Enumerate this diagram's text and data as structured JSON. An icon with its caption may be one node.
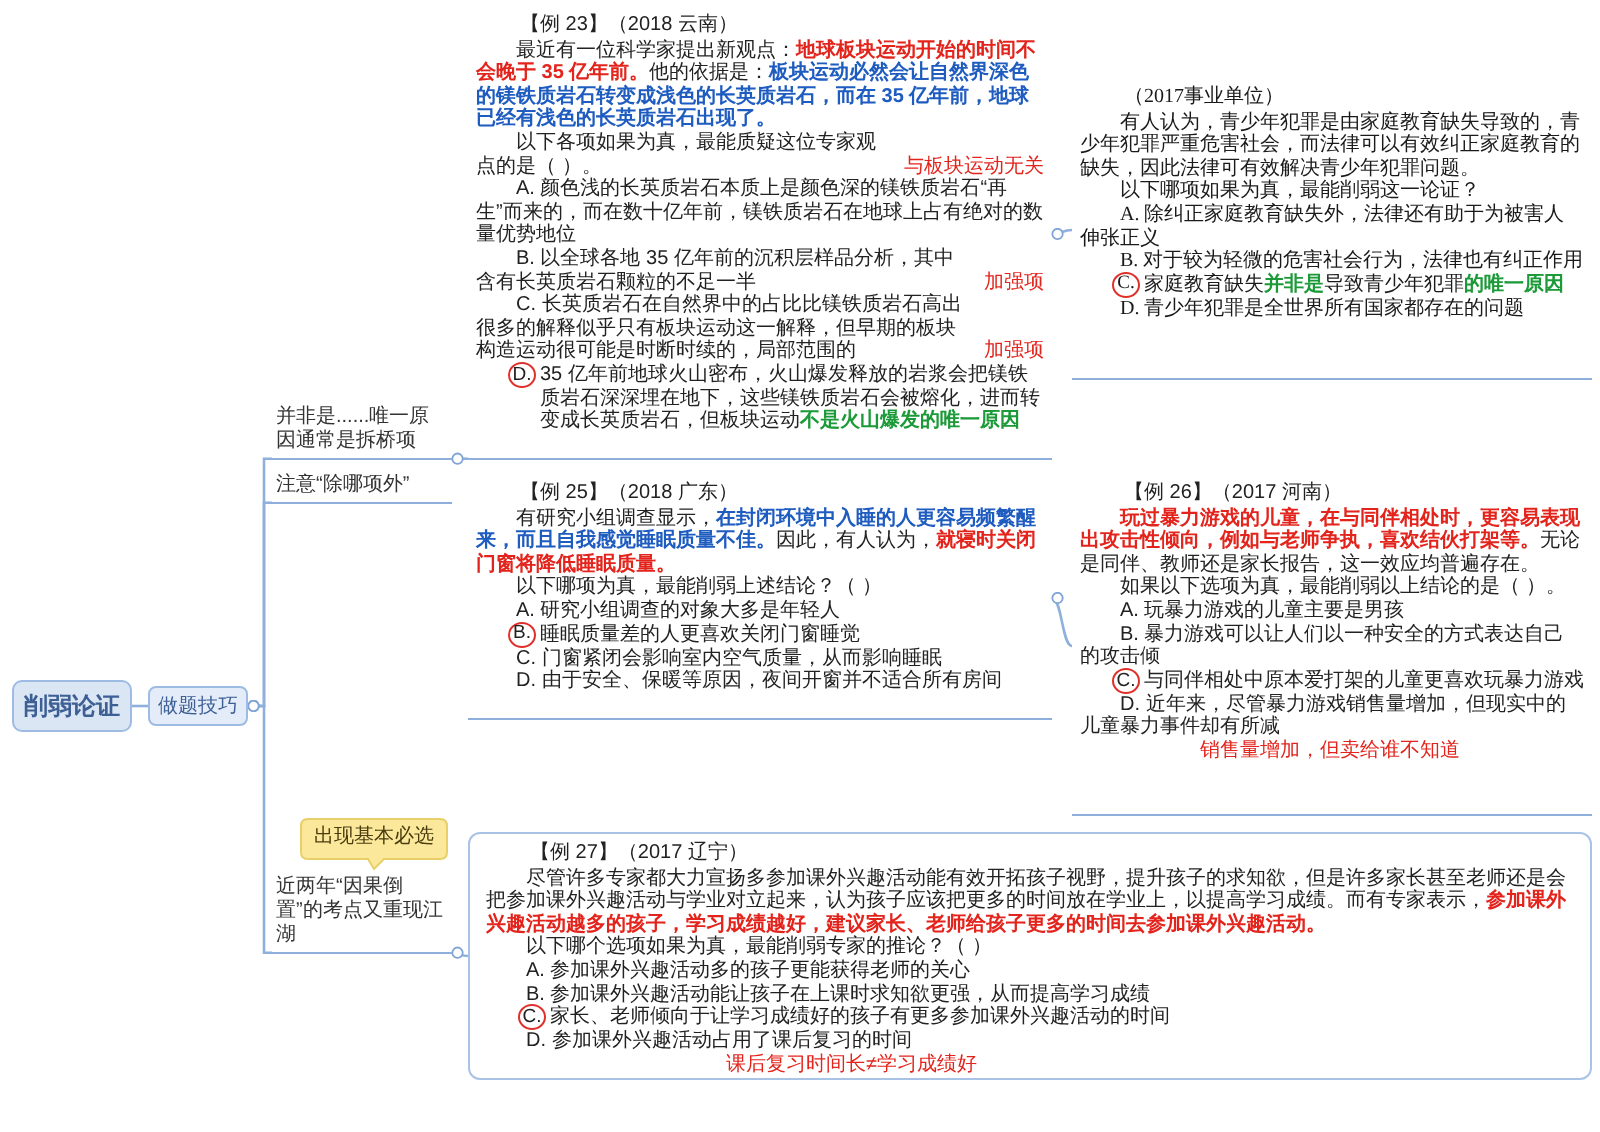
{
  "diagram": {
    "nodes": [
      {
        "text": [
          "削弱论证"
        ]
      },
      {
        "text": [
          "做题技巧"
        ]
      },
      {
        "text": [
          "并非是......唯一原因通常是拆桥项"
        ]
      },
      {
        "text": [
          "【例 23】（2018 云南）",
          "最近有一位科学家提出新观点：**地球板块运动开始的时间不会晚于 35 亿年前。**他的依据是：**板块运动必然会让自然界深色的镁铁质岩石转变成浅色的长英质岩石，而在 35 亿年前，地球已经有浅色的长英质岩石出现了。**",
          "以下各项如果为真，最能质疑这位专家观点的是（ ）。",
          "与板块运动无关",
          "A. 颜色浅的长英质岩石本质上是颜色深的镁铁质岩石“再生”而来的，而在数十亿年前，镁铁质岩石在地球上占有绝对的数量优势地位",
          "B. 以全球各地 35 亿年前的沉积层样品分析，其中含有长英质岩石颗粒的不足一半",
          "加强项",
          "C. 长英质岩石在自然界中的占比比镁铁质岩石高出很多的解释似乎只有板块运动这一解释，但早期的板块构造运动很可能是时断时续的，局部范围的",
          "加强项",
          "D.",
          "35 亿年前地球火山密布，火山爆发释放的岩浆会把镁铁质岩石深深埋在地下，这些镁铁质岩石会被熔化，进而转变成长英质岩石，但板块运动**不是火山爆发的唯一原因**"
        ]
      },
      {
        "text": [
          "（2017事业单位）",
          "有人认为，青少年犯罪是由家庭教育缺失导致的，青少年犯罪严重危害社会，而法律可以有效纠正家庭教育的缺失，因此法律可有效解决青少年犯罪问题。",
          "以下哪项如果为真，最能削弱这一论证？",
          "A. 除纠正家庭教育缺失外，法律还有助于为被害人伸张正义",
          "B. 对于较为轻微的危害社会行为，法律也有纠正作用",
          "C.",
          "家庭教育缺失**并非是**导致青少年犯罪**的唯一原因**",
          "D. 青少年犯罪是全世界所有国家都存在的问题"
        ]
      },
      {
        "text": [
          "注意“除哪项外”"
        ]
      },
      {
        "text": [
          "【例 25】（2018 广东）",
          "有研究小组调查显示，**在封闭环境中入睡的人更容易频繁醒来，而且自我感觉睡眠质量不佳。**因此，有人认为，**就寝时关闭门窗将降低睡眠质量。**",
          "以下哪项为真，最能削弱上述结论？（ ）",
          "A. 研究小组调查的对象大多是年轻人",
          "B.",
          "睡眠质量差的人更喜欢关闭门窗睡觉",
          "C. 门窗紧闭会影响室内空气质量，从而影响睡眠",
          "D. 由于安全、保暖等原因，夜间开窗并不适合所有房间"
        ]
      },
      {
        "text": [
          "【例 26】（2017 河南）",
          "**玩过暴力游戏的儿童，在与同伴相处时，更容易表现出攻击性倾向，例如与老师争执，喜欢结伙打架等。**无论是同伴、教师还是家长报告，这一效应均普遍存在。",
          "如果以下选项为真，最能削弱以上结论的是（ ）。",
          "A. 玩暴力游戏的儿童主要是男孩",
          "B. 暴力游戏可以让人们以一种安全的方式表达自己的攻击倾",
          "C.",
          "与同伴相处中原本爱打架的儿童更喜欢玩暴力游戏",
          "D. 近年来，尽管暴力游戏销售量增加，但现实中的儿童暴力事件却有所减",
          "销售量增加，但卖给谁不知道"
        ]
      },
      {
        "text": [
          "出现基本必选"
        ]
      },
      {
        "text": [
          "近两年“因果倒置”的考点又重现江湖"
        ]
      },
      {
        "text": [
          "【例 27】（2017 辽宁）",
          "尽管许多专家都大力宣扬多参加课外兴趣活动能有效开拓孩子视野，提升孩子的求知欲，但是许多家长甚至老师还是会把参加课外兴趣活动与学业对立起来，认为孩子应该把更多的时间放在学业上，以提高学习成绩。而有专家表示，**参加课外兴趣活动越多的孩子，学习成绩越好，建议家长、老师给孩子更多的时间去参加课外兴趣活动。**",
          "以下哪个选项如果为真，最能削弱专家的推论？（ ）",
          "A. 参加课外兴趣活动多的孩子更能获得老师的关心",
          "B. 参加课外兴趣活动能让孩子在上课时求知欲更强，从而提高学习成绩",
          "C.",
          "家长、老师倾向于让学习成绩好的孩子有更多参加课外兴趣活动的时间",
          "D. 参加课外兴趣活动占用了课后复习的时间",
          "课后复习时间长≠学习成绩好"
        ]
      }
    ],
    "edges": [
      {
        "from": 0,
        "to": 1,
        "arrow": "none"
      },
      {
        "from": 1,
        "to": 2,
        "arrow": "other"
      },
      {
        "from": 1,
        "to": 5,
        "arrow": "other"
      },
      {
        "from": 1,
        "to": 9,
        "arrow": "other"
      },
      {
        "from": 2,
        "to": 3,
        "arrow": "other"
      },
      {
        "from": 3,
        "to": 4,
        "arrow": "other"
      },
      {
        "from": 6,
        "to": 7,
        "arrow": "other"
      },
      {
        "from": 9,
        "to": 10,
        "arrow": "other"
      }
    ]
  }
}
